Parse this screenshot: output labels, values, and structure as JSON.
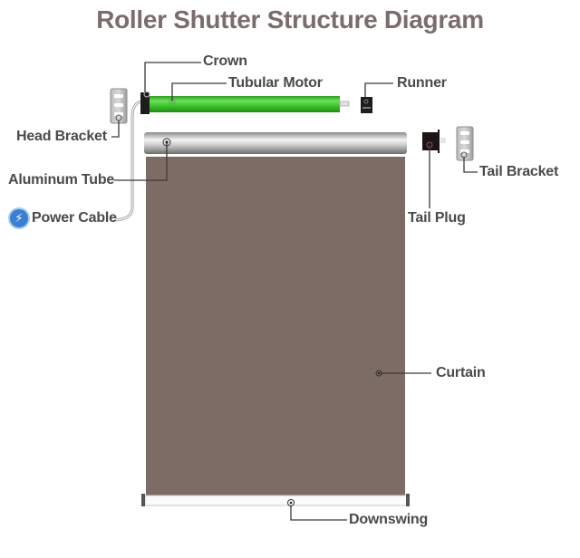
{
  "title": "Roller Shutter Structure Diagram",
  "labels": {
    "crown": "Crown",
    "tubular_motor": "Tubular Motor",
    "runner": "Runner",
    "head_bracket": "Head Bracket",
    "aluminum_tube": "Aluminum Tube",
    "power_cable": "Power Cable",
    "tail_plug": "Tail Plug",
    "tail_bracket": "Tail Bracket",
    "curtain": "Curtain",
    "downswing": "Downswing"
  },
  "icons": {
    "power_cable_icon": "lightning-bolt"
  },
  "colors": {
    "title": "#7a6d6b",
    "label": "#4a4a4a",
    "curtain": "#7d6b66",
    "motor": "#3cc52a",
    "power_icon": "#3b7fd1"
  }
}
